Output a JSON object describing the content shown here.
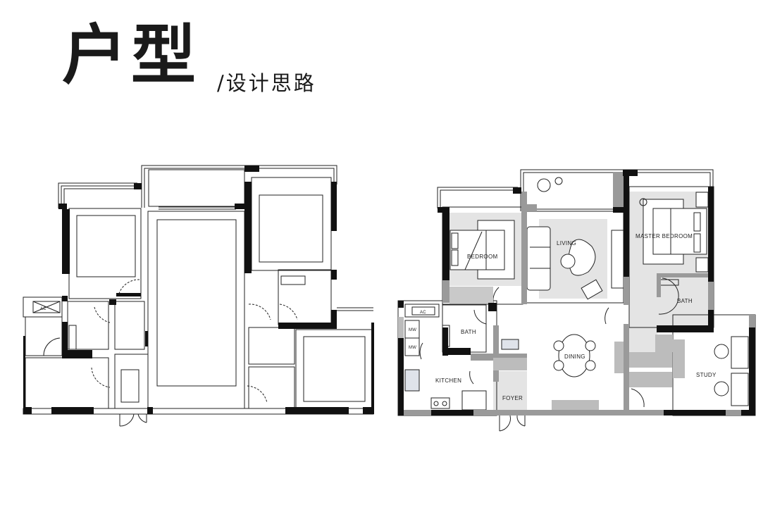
{
  "title": {
    "main": "户型",
    "sub": "/设计思路"
  },
  "colors": {
    "wall": "#111111",
    "partition": "#9a9a9a",
    "floor": "#e4e4e4",
    "line": "#222222"
  },
  "original_plan": {
    "labels": {
      "ac": "AC"
    }
  },
  "design_plan": {
    "rooms": {
      "bedroom": "BEDROOM",
      "living": "LIVING",
      "master_bedroom": "MASTER BEDROOM",
      "master_bath": "BATH",
      "bath": "BATH",
      "dining": "DINING",
      "kitchen": "KITCHEN",
      "foyer": "FOYER",
      "study": "STUDY"
    },
    "fixtures": {
      "ac": "AC",
      "mw1": "MW",
      "mw2": "MW"
    }
  }
}
